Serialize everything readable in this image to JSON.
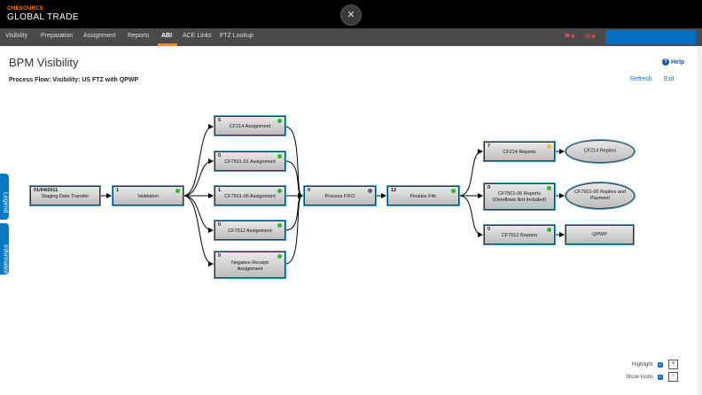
{
  "brand": {
    "top": "ONESOURCE",
    "main": "GLOBAL TRADE"
  },
  "nav": {
    "items": [
      "Visibility",
      "Preparation",
      "Assignment",
      "Reports",
      "ABI",
      "ACE Links",
      "FTZ Lookup"
    ],
    "active": "ABI"
  },
  "page": {
    "title": "BPM Visibility",
    "help": "Help",
    "subtitle": "Process Flow: Visibility: US FTZ with QPWP",
    "refresh": "Refresh",
    "exit": "Exit"
  },
  "side_tabs": {
    "legend": "Legend",
    "information": "Information"
  },
  "flow": {
    "staging": {
      "count": "01/04/2011",
      "label": "Staging Data Transfer"
    },
    "validation": {
      "count": "1",
      "label": "Validation"
    },
    "cf214_assign": {
      "count": "5",
      "label": "CF214 Assignment"
    },
    "cf7501_01_assign": {
      "count": "0",
      "label": "CF7501-01 Assignment"
    },
    "cf7501_06_assign": {
      "count": "1",
      "label": "CF7501-06 Assignment"
    },
    "cf7512_assign": {
      "count": "0",
      "label": "CF7512 Assignment"
    },
    "neg_receipt": {
      "count": "0",
      "label": "Negative Receipt Assignment"
    },
    "process_fifo": {
      "count": "0",
      "label": "Process FIFO"
    },
    "finalize_fifo": {
      "count": "12",
      "label": "Finalize Fifo"
    },
    "cf214_reports": {
      "count": "7",
      "label": "CF214 Reports"
    },
    "cf7501_06_reports": {
      "count": "0",
      "label": "CF7501-06 Reports (Overflows Not Included)"
    },
    "cf7512_reports": {
      "count": "0",
      "label": "CF7512 Reports"
    },
    "cf214_replies": {
      "label": "CF214 Replies"
    },
    "cf7501_06_replies": {
      "label": "CF7501-06 Replies and Payment"
    },
    "qpwp": {
      "label": "QPWP"
    }
  },
  "controls": {
    "highlight": "Highlight",
    "show_icons": "Show Icons",
    "zoom_in": "+",
    "zoom_out": "-"
  },
  "colors": {
    "accent": "#ff8a00",
    "link": "#1a6fb5",
    "node_border": "#3aa6e0",
    "status_green": "#2eb82e"
  }
}
